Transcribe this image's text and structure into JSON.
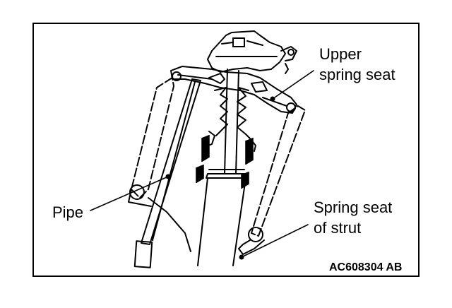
{
  "labels": {
    "upper_spring_seat_line1": "Upper",
    "upper_spring_seat_line2": "spring seat",
    "pipe": "Pipe",
    "spring_seat_of_strut_line1": "Spring seat",
    "spring_seat_of_strut_line2": "of strut"
  },
  "figure_code": "AC608304 AB"
}
